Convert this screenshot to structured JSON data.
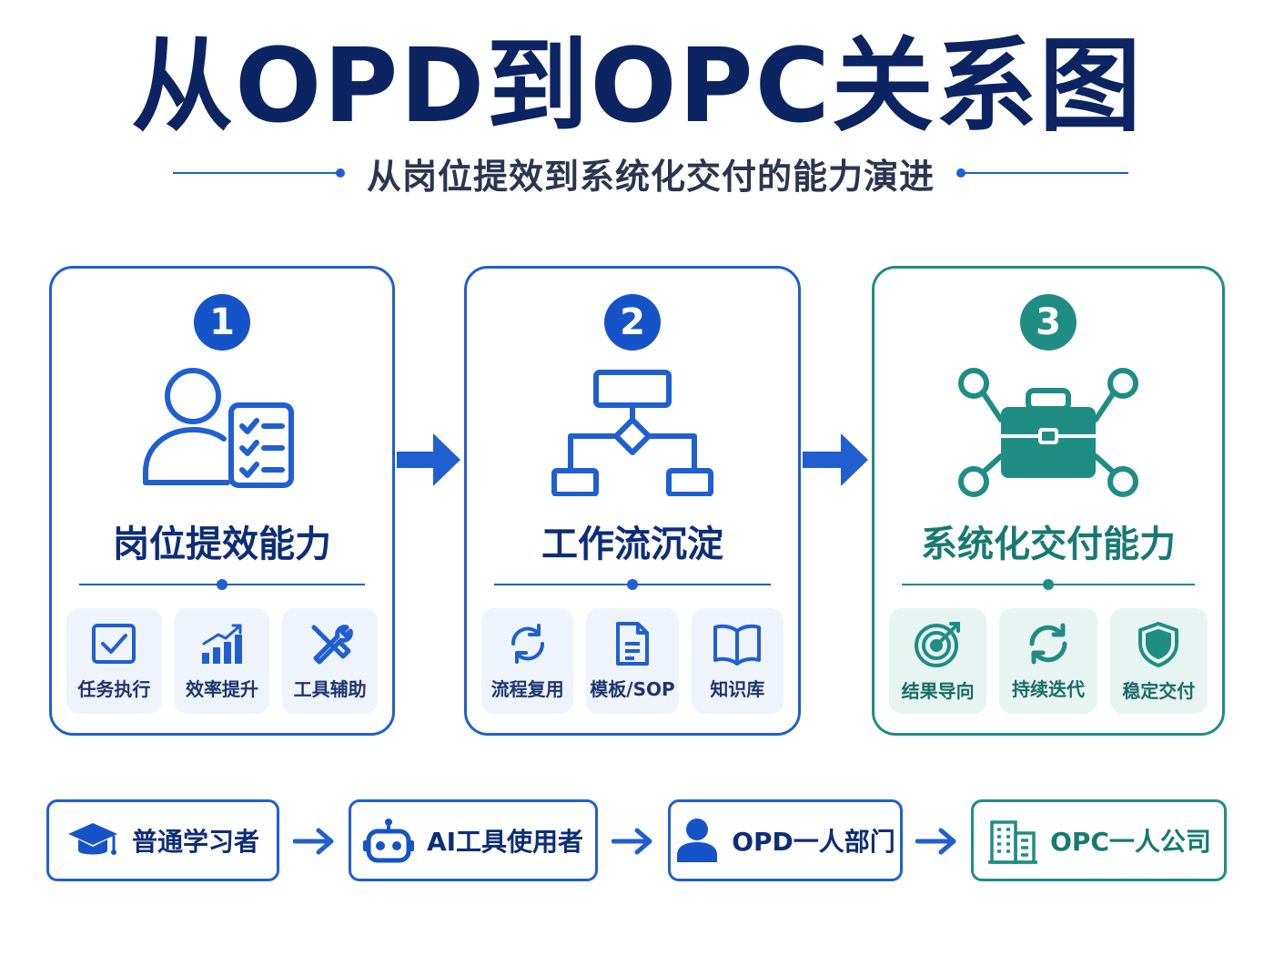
{
  "title": "从OPD到OPC关系图",
  "subtitle": "从岗位提效到系统化交付的能力演进",
  "colors": {
    "blue": "#1f5fd0",
    "navy": "#0d2463",
    "teal": "#1f8d84"
  },
  "cards": [
    {
      "number": "1",
      "title": "岗位提效能力",
      "icon": "person-checklist-icon",
      "features": [
        {
          "label": "任务执行",
          "icon": "checkbox-icon"
        },
        {
          "label": "效率提升",
          "icon": "bar-chart-up-icon"
        },
        {
          "label": "工具辅助",
          "icon": "wrench-screwdriver-icon"
        }
      ]
    },
    {
      "number": "2",
      "title": "工作流沉淀",
      "icon": "flowchart-icon",
      "features": [
        {
          "label": "流程复用",
          "icon": "refresh-cycle-icon"
        },
        {
          "label": "模板/SOP",
          "icon": "document-icon"
        },
        {
          "label": "知识库",
          "icon": "open-book-icon"
        }
      ]
    },
    {
      "number": "3",
      "title": "系统化交付能力",
      "icon": "briefcase-network-icon",
      "features": [
        {
          "label": "结果导向",
          "icon": "target-icon"
        },
        {
          "label": "持续迭代",
          "icon": "iteration-icon"
        },
        {
          "label": "稳定交付",
          "icon": "shield-icon"
        }
      ]
    }
  ],
  "path": [
    {
      "label": "普通学习者",
      "icon": "graduation-cap-icon"
    },
    {
      "label": "AI工具使用者",
      "icon": "robot-icon"
    },
    {
      "label": "OPD一人部门",
      "icon": "person-icon"
    },
    {
      "label": "OPC一人公司",
      "icon": "building-icon"
    }
  ]
}
